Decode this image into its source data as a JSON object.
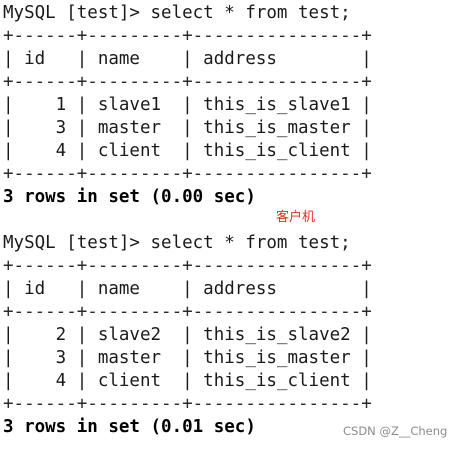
{
  "colors": {
    "annotation": "#e0301e",
    "watermark": "#8c8c8c",
    "background": "#ffffff",
    "text": "#1a1a1a"
  },
  "annotation_label": "客户机",
  "watermark_text": "CSDN @Z__Cheng",
  "blocks": [
    {
      "prompt": "MySQL [test]> select * from test;",
      "border": "+------+---------+----------------+",
      "header": "| id   | name    | address        |",
      "rows": [
        "|    1 | slave1  | this_is_slave1 |",
        "|    3 | master  | this_is_master |",
        "|    4 | client  | this_is_client |"
      ],
      "summary": "3 rows in set (0.00 sec)"
    },
    {
      "prompt": "MySQL [test]> select * from test;",
      "border": "+------+---------+----------------+",
      "header": "| id   | name    | address        |",
      "rows": [
        "|    2 | slave2  | this_is_slave2 |",
        "|    3 | master  | this_is_master |",
        "|    4 | client  | this_is_client |"
      ],
      "summary": "3 rows in set (0.01 sec)"
    }
  ]
}
